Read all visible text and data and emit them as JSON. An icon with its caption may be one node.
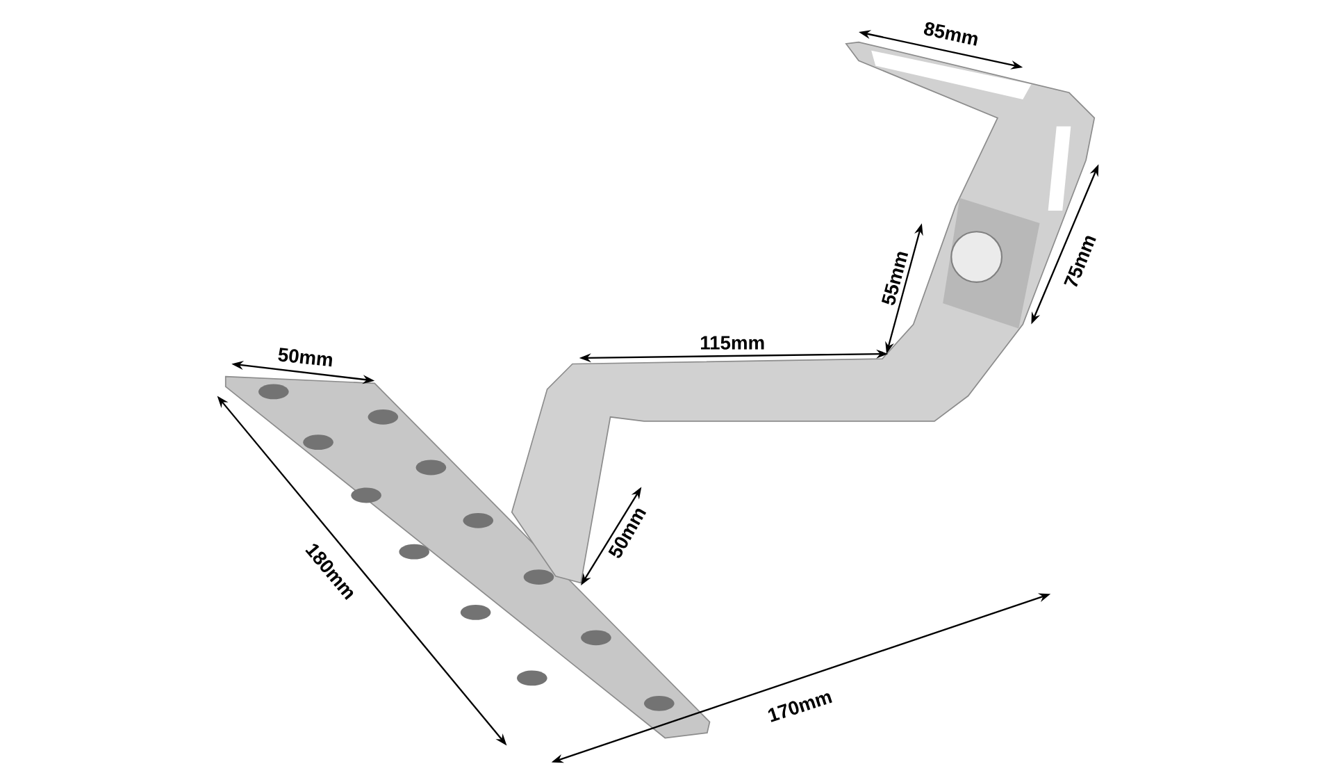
{
  "diagram": {
    "labels": [
      "85mm",
      "75mm",
      "55mm",
      "115mm",
      "50mm",
      "180mm",
      "50mm",
      "170mm"
    ]
  }
}
